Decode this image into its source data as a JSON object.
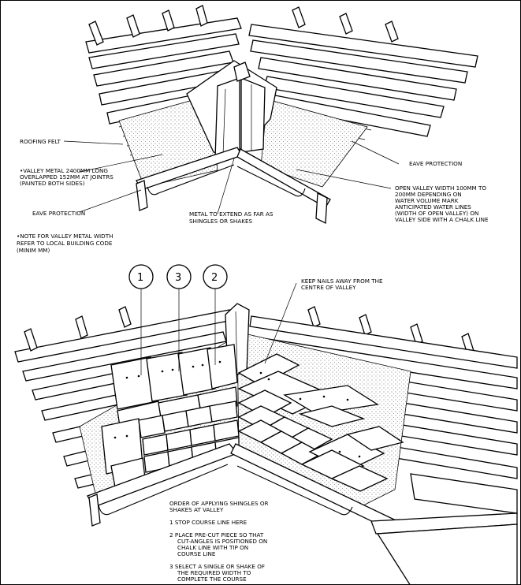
{
  "top_labels": {
    "roofing_felt": "ROOFING FELT",
    "valley_metal_1": "•VALLEY METAL 2400mm LONG",
    "valley_metal_2": "OVERLAPPED 152mm AT JOINTRS",
    "valley_metal_3": "(PAINTED BOTH SIDES)",
    "eave_protection_left": "EAVE PROTECTION",
    "eave_protection_right": "EAVE PROTECTION",
    "metal_extend_1": "METAL TO EXTEND AS FAR AS",
    "metal_extend_2": "SHINGLES OR SHAKES",
    "open_valley_1": "OPEN VALLEY WIDTH 100mm TO",
    "open_valley_2": "200mm DEPENDING ON",
    "open_valley_3": "WATER VOLUME MARK",
    "open_valley_4": "ANTICIPATED WATER LINES",
    "open_valley_5": "(WIDTH OF OPEN VALLEY) ON",
    "open_valley_6": "VALLEY SIDE WITH A CHALK LINE",
    "note_1": "•NOTE FOR VALLEY METAL WIDTH",
    "note_2": "REFER TO LOCAL BUILDING CODE",
    "note_3": "(MINIM     mm)"
  },
  "bottom_labels": {
    "callout_1": "1",
    "callout_3": "3",
    "callout_2": "2",
    "keep_nails_1": "KEEP NAILS AWAY FROM THE",
    "keep_nails_2": "CENTRE OF VALLEY",
    "order_1": "ORDER OF APPLYING SHINGLES OR",
    "order_2": "SHAKES AT VALLEY",
    "step1": "1  STOP COURSE LINE HERE",
    "step2_1": "2  PLACE PRE-CUT PIECE SO THAT",
    "step2_2": "CUT-ANGLES IS POSITIONED ON",
    "step2_3": "CHALK LINE WITH TIP ON",
    "step2_4": "COURSE LINE",
    "step3_1": "3  SELECT A SINGLE OR SHAKE OF",
    "step3_2": "THE REQUIRED WIDTH TO",
    "step3_3": "COMPLETE THE COURSE"
  }
}
